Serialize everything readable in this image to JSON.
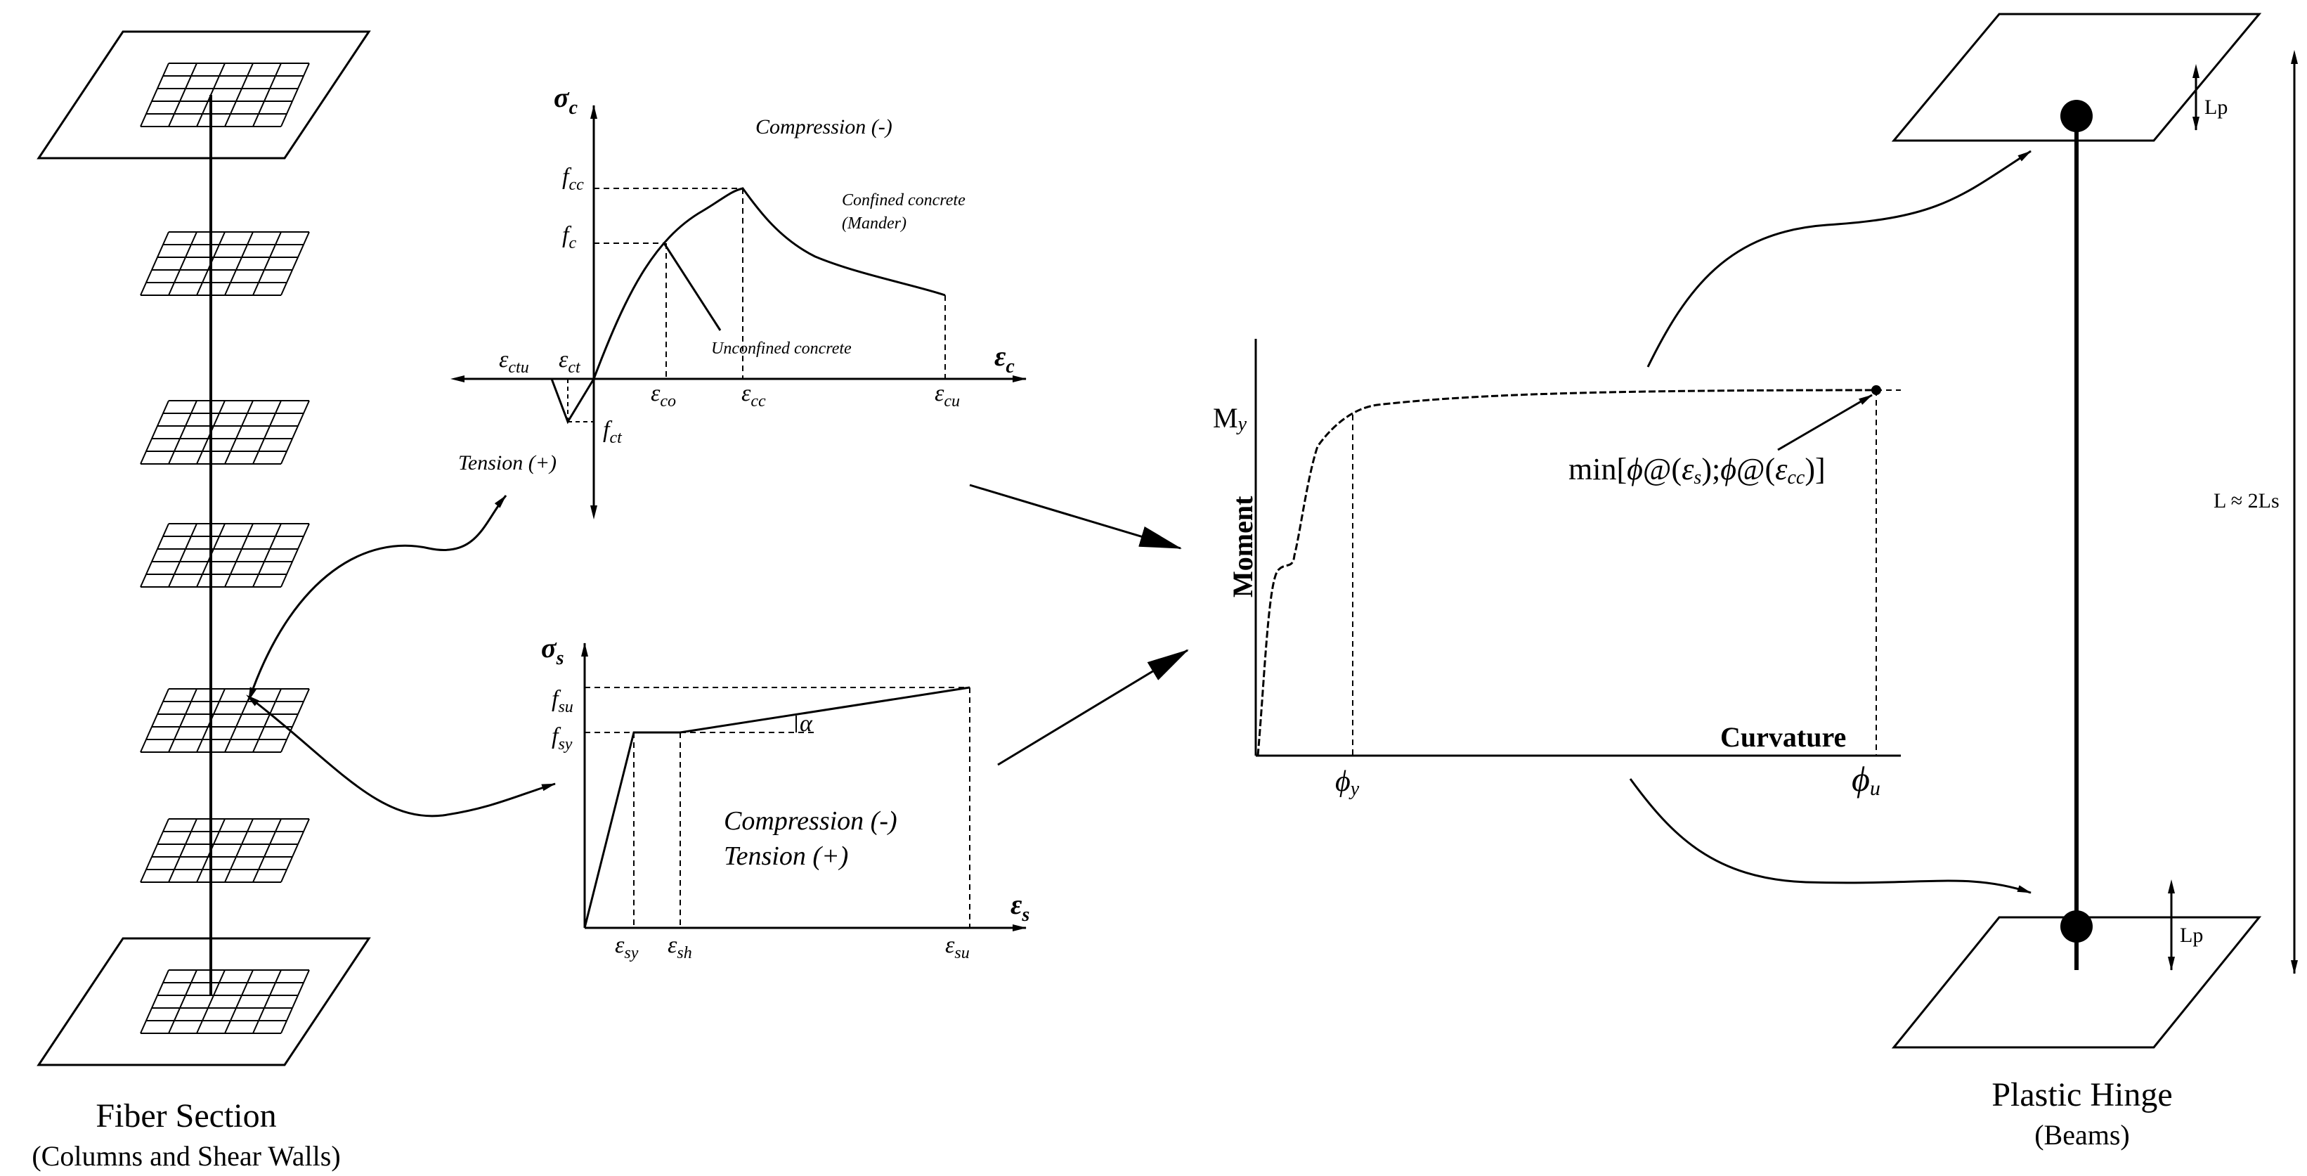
{
  "fiber": {
    "title": "Fiber Section",
    "subtitle": "(Columns and Shear Walls)"
  },
  "concrete": {
    "y_axis": "σ",
    "y_axis_sub": "c",
    "x_axis": "ε",
    "x_axis_sub": "c",
    "compression": "Compression (-)",
    "tension": "Tension (+)",
    "confined_line1": "Confined concrete",
    "confined_line2": "(Mander)",
    "unconfined": "Unconfined concrete",
    "fcc": "f",
    "fcc_sub": "cc",
    "fc": "f",
    "fc_sub": "c",
    "fct": "f",
    "fct_sub": "ct",
    "ectu": "ε",
    "ectu_sub": "ctu",
    "ect": "ε",
    "ect_sub": "ct",
    "eco": "ε",
    "eco_sub": "co",
    "ecc": "ε",
    "ecc_sub": "cc",
    "ecu": "ε",
    "ecu_sub": "cu"
  },
  "steel": {
    "y_axis": "σ",
    "y_axis_sub": "s",
    "x_axis": "ε",
    "x_axis_sub": "s",
    "fsu": "f",
    "fsu_sub": "su",
    "fsy": "f",
    "fsy_sub": "sy",
    "alpha": "α",
    "compression": "Compression (-)",
    "tension": "Tension (+)",
    "esy": "ε",
    "esy_sub": "sy",
    "esh": "ε",
    "esh_sub": "sh",
    "esu": "ε",
    "esu_sub": "su"
  },
  "moment_curvature": {
    "y_axis": "Moment",
    "x_axis": "Curvature",
    "my": "M",
    "my_sub": "y",
    "phi_y": "ϕ",
    "phi_y_sub": "y",
    "phi_u": "ϕ",
    "phi_u_sub": "u",
    "annotation_prefix": "min[",
    "annotation_phi1": "ϕ",
    "annotation_at1": "@(",
    "annotation_eps1": "ε",
    "annotation_eps1_sub": "s",
    "annotation_mid": ");",
    "annotation_phi2": "ϕ",
    "annotation_at2": "@(",
    "annotation_eps2": "ε",
    "annotation_eps2_sub": "cc",
    "annotation_suffix": ")]"
  },
  "hinge": {
    "title": "Plastic Hinge",
    "subtitle": "(Beams)",
    "lp_top": "Lp",
    "lp_bottom": "Lp",
    "length": "L ≈ 2Ls"
  }
}
